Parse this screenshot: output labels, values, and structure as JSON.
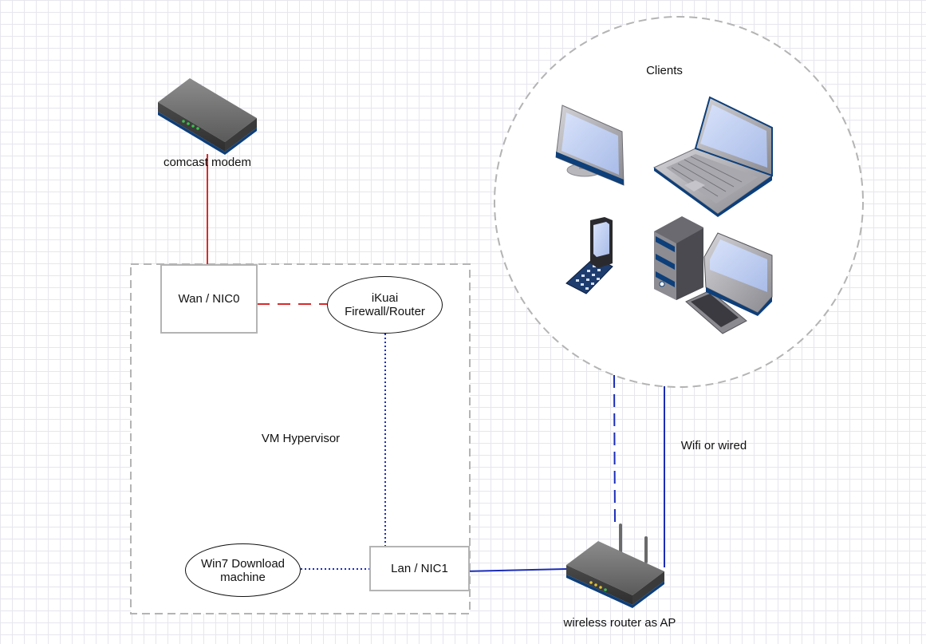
{
  "labels": {
    "modem": "comcast modem",
    "wan": "Wan / NIC0",
    "ikuai_line1": "iKuai",
    "ikuai_line2": "Firewall/Router",
    "hypervisor": "VM Hypervisor",
    "win7_line1": "Win7 Download",
    "win7_line2": "machine",
    "lan": "Lan / NIC1",
    "router": "wireless router as AP",
    "clients": "Clients",
    "wifi": "Wifi or wired"
  },
  "colors": {
    "wan_link": "#d92b2b",
    "lan_link": "#1a2cb8",
    "boundary": "#b4b4b4",
    "device_navy": "#0d3f7a",
    "screen": "#bfcdf0"
  },
  "icons": [
    "modem-icon",
    "router-icon",
    "monitor-icon",
    "laptop-icon",
    "phone-icon",
    "desktop-tower-icon"
  ]
}
